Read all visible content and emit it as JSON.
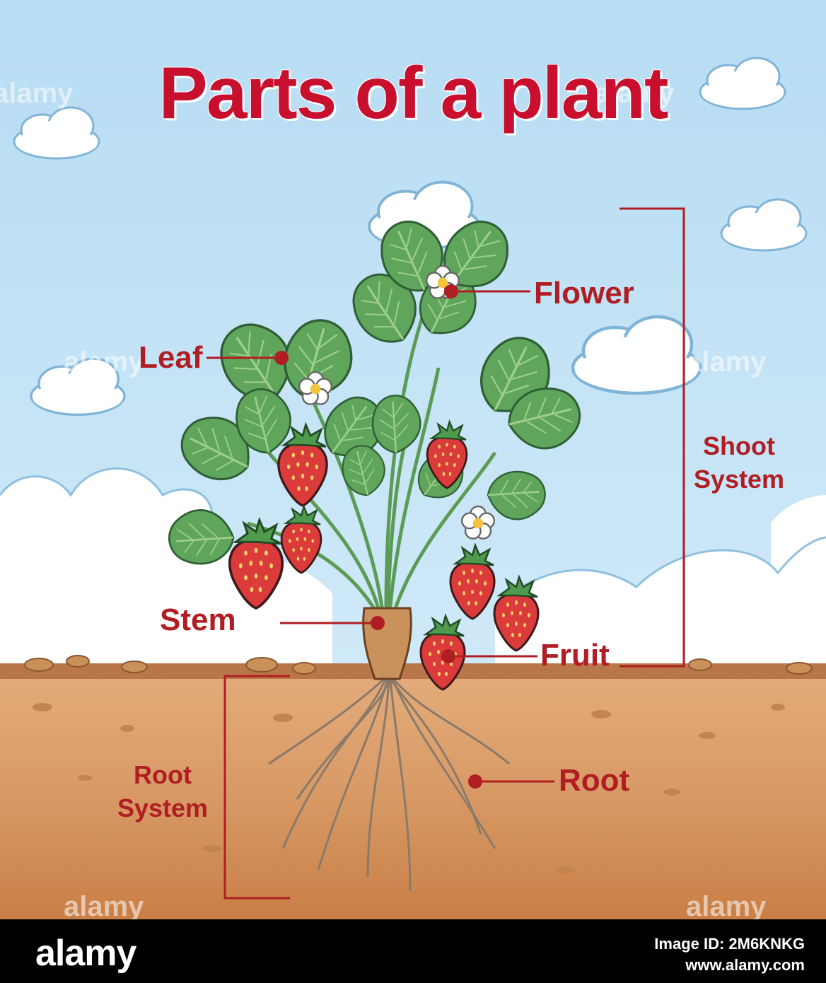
{
  "title": "Parts of a plant",
  "labels": {
    "flower": "Flower",
    "leaf": "Leaf",
    "stem": "Stem",
    "fruit": "Fruit",
    "root": "Root"
  },
  "systems": {
    "shoot_line1": "Shoot",
    "shoot_line2": "System",
    "root_line1": "Root",
    "root_line2": "System"
  },
  "watermark": "alamy",
  "footer": {
    "brand": "alamy",
    "image_id": "Image ID: 2M6KNKG",
    "url": "www.alamy.com"
  },
  "colors": {
    "sky": "#bfe3f6",
    "label_red": "#b01e24",
    "title_red": "#c8102e",
    "leaf": "#5c9e5a",
    "strawberry": "#d93a3a",
    "soil_top": "#c98a5a",
    "soil_bottom": "#c67d45"
  }
}
